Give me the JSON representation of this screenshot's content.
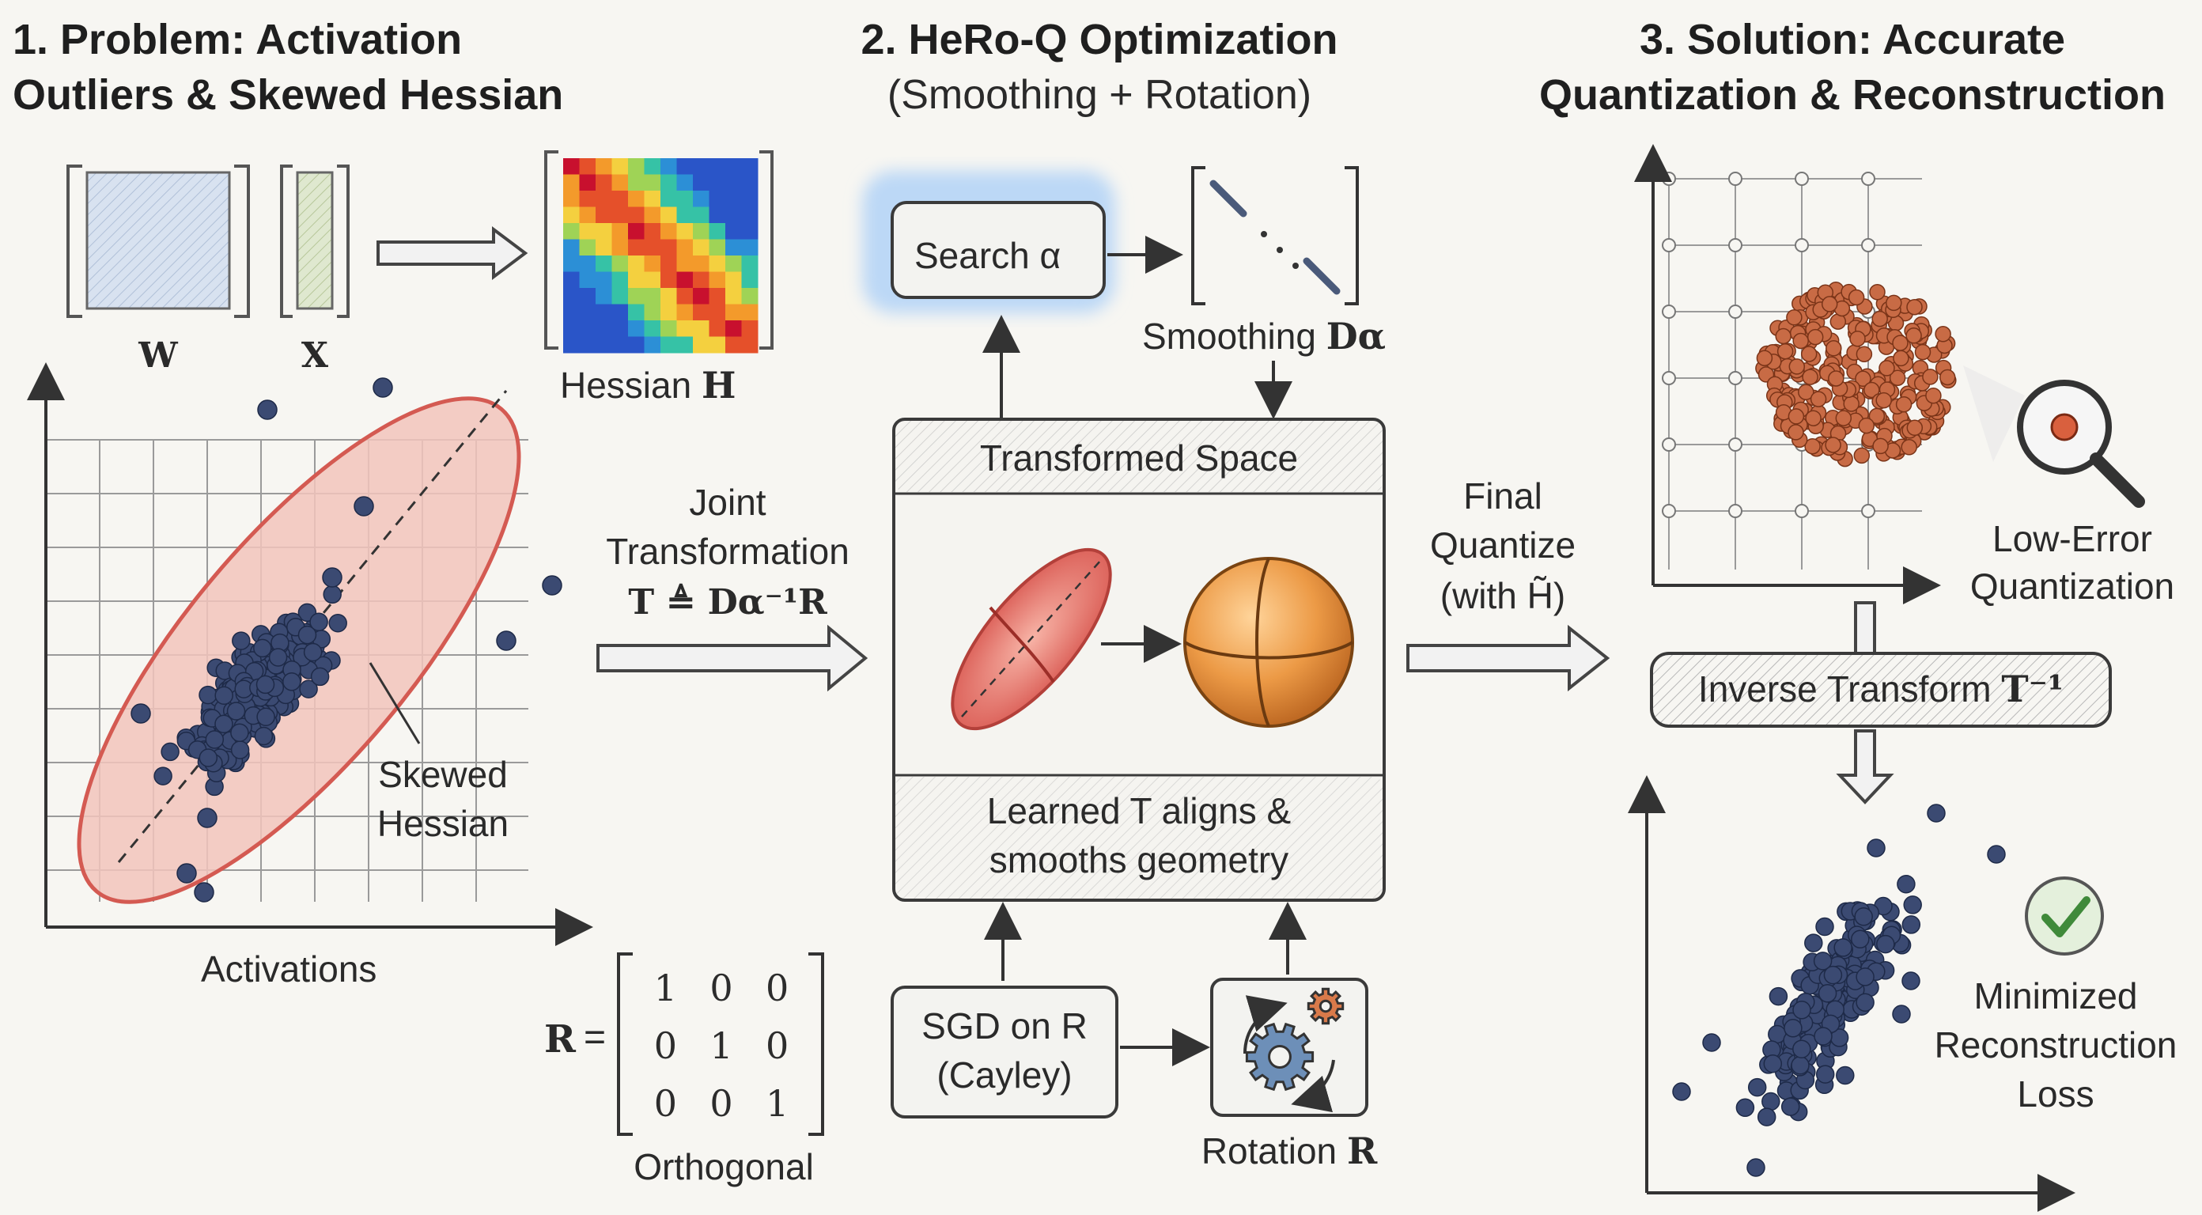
{
  "panels": [
    {
      "title_line1": "1. Problem: Activation",
      "title_line2": "Outliers & Skewed Hessian"
    },
    {
      "title_line1": "2. HeRo-Q Optimization",
      "title_line2": "(Smoothing + Rotation)"
    },
    {
      "title_line1": "3. Solution: Accurate",
      "title_line2": "Quantization & Reconstruction"
    }
  ],
  "panel1": {
    "w_label": "W",
    "x_label": "X",
    "hessian_label": "Hessian",
    "hessian_symbol": "H",
    "skewed_line1": "Skewed",
    "skewed_line2": "Hessian",
    "activations_label": "Activations",
    "r_symbol": "R",
    "r_equals": "=",
    "r_matrix": [
      "1",
      "0",
      "0",
      "0",
      "1",
      "0",
      "0",
      "0",
      "1"
    ],
    "orthogonal_label": "Orthogonal"
  },
  "arrow1": {
    "line1": "Joint",
    "line2": "Transformation",
    "formula": "T ≜ Dα⁻¹R"
  },
  "panel2": {
    "search_label": "Search α",
    "smoothing_label": "Smoothing",
    "smoothing_symbol": "Dα",
    "space_title": "Transformed Space",
    "learned_line1": "Learned T aligns &",
    "learned_line2": "smooths geometry",
    "sgd_line1": "SGD on R",
    "sgd_line2": "(Cayley)",
    "rotation_label": "Rotation",
    "rotation_symbol": "R"
  },
  "arrow2": {
    "line1": "Final",
    "line2": "Quantize",
    "line3": "(with H̃)"
  },
  "panel3": {
    "low_error_line1": "Low-Error",
    "low_error_line2": "Quantization",
    "inverse_label": "Inverse Transform",
    "inverse_symbol": "T⁻¹",
    "minimized_line1": "Minimized",
    "minimized_line2": "Reconstruction",
    "minimized_line3": "Loss"
  },
  "colors": {
    "ellipse": "#e0726c",
    "blue_dot": "#3b4a72",
    "red_dot": "#c0583a",
    "sphere": "#e8943c",
    "glow": "#9cc4ee",
    "check": "#3f8a3a"
  },
  "icons": [
    "magnifier-icon",
    "gear-icon",
    "check-icon"
  ]
}
